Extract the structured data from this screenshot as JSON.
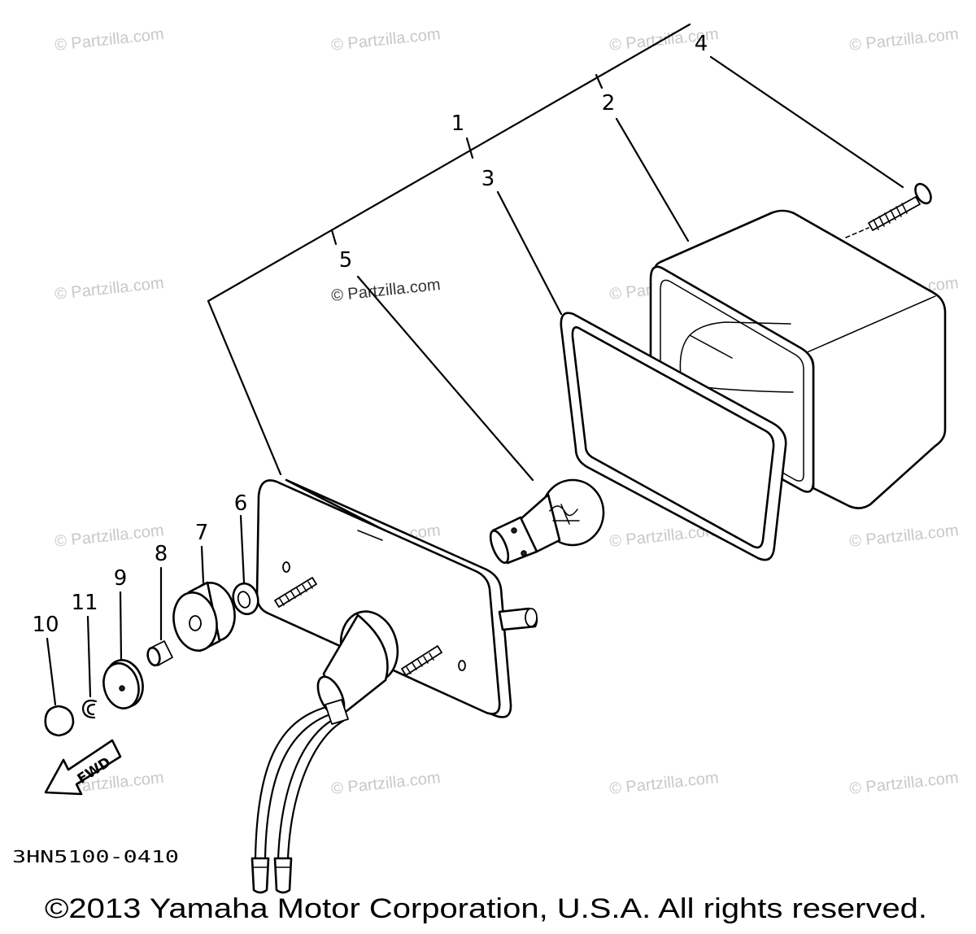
{
  "callouts": [
    "1",
    "2",
    "3",
    "4",
    "5",
    "6",
    "7",
    "8",
    "9",
    "10",
    "11"
  ],
  "watermark": "© Partzilla.com",
  "fwd_label": "FWD",
  "diagram_code": "3HN5100-0410",
  "copyright": "©2013 Yamaha Motor Corporation, U.S.A. All rights reserved.",
  "colors": {
    "background": "#ffffff",
    "line": "#000000",
    "watermark": "#c8c8c8",
    "watermark_dark": "#333333"
  }
}
